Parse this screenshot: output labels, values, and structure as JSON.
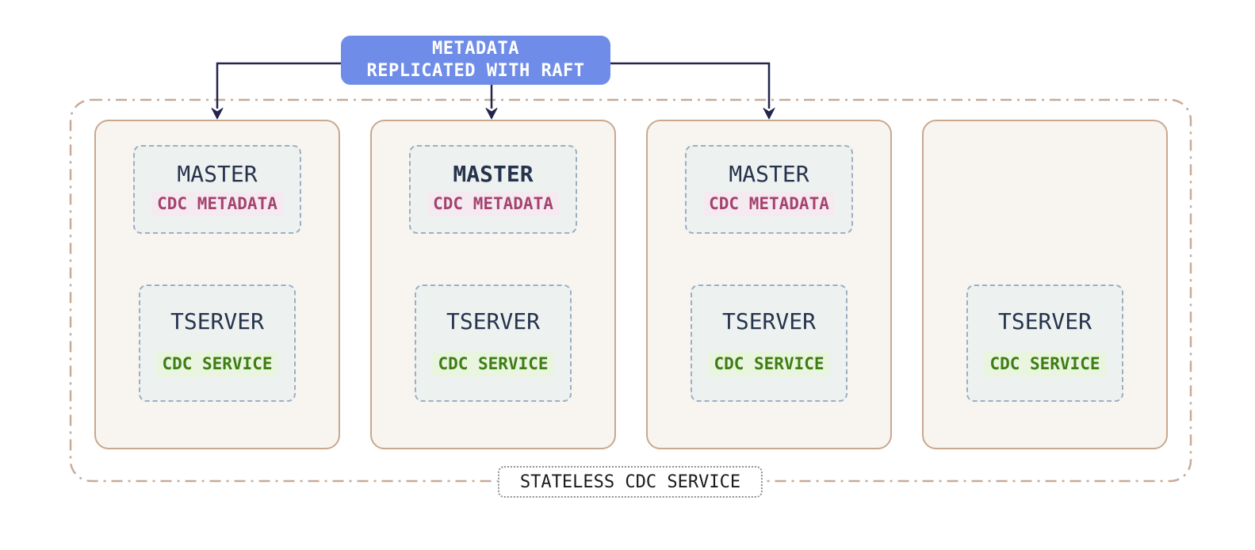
{
  "banner": {
    "line1": "METADATA",
    "line2": "REPLICATED WITH RAFT"
  },
  "cluster_label": "STATELESS CDC SERVICE",
  "nodes": [
    {
      "master_label": "MASTER",
      "master_emphasis": false,
      "master_badge": "CDC METADATA",
      "tserver_label": "TSERVER",
      "tserver_badge": "CDC SERVICE"
    },
    {
      "master_label": "MASTER",
      "master_emphasis": true,
      "master_badge": "CDC METADATA",
      "tserver_label": "TSERVER",
      "tserver_badge": "CDC SERVICE"
    },
    {
      "master_label": "MASTER",
      "master_emphasis": false,
      "master_badge": "CDC METADATA",
      "tserver_label": "TSERVER",
      "tserver_badge": "CDC SERVICE"
    },
    {
      "tserver_label": "TSERVER",
      "tserver_badge": "CDC SERVICE"
    }
  ],
  "icons": {
    "arrow": "arrow-down-icon"
  },
  "colors": {
    "banner_blue": "#6F8DE8",
    "banner_text": "#FFFFFF",
    "connector_navy": "#23254B",
    "cluster_dash_tan": "#C7AB97",
    "node_border_tan": "#C9A88E",
    "node_fill": "#F8F5F1",
    "inner_box_fill": "#EDF1EF",
    "inner_box_border": "#9DAFC2",
    "unit_text_navy": "#26334D",
    "metadata_magenta": "#A4436F",
    "metadata_bg": "#F6EAF1",
    "service_green": "#3E7D15",
    "service_bg": "#E9F5DE",
    "label_border_gray": "#8F8F8F",
    "label_text": "#1A1A1A"
  }
}
